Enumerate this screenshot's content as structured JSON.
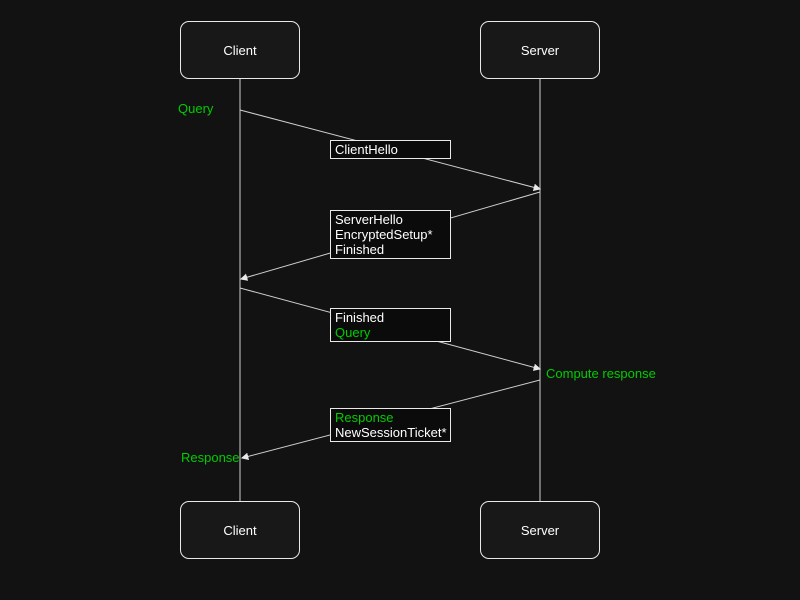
{
  "diagram": {
    "type": "sequence",
    "actors_top": [
      {
        "label": "Client"
      },
      {
        "label": "Server"
      }
    ],
    "actors_bottom": [
      {
        "label": "Client"
      },
      {
        "label": "Server"
      }
    ],
    "messages": [
      {
        "from": "Client",
        "to": "Server",
        "lines": [
          {
            "text": "ClientHello",
            "color": "#ffffff"
          }
        ]
      },
      {
        "from": "Server",
        "to": "Client",
        "lines": [
          {
            "text": "ServerHello",
            "color": "#ffffff"
          },
          {
            "text": "EncryptedSetup*",
            "color": "#ffffff"
          },
          {
            "text": "Finished",
            "color": "#ffffff"
          }
        ]
      },
      {
        "from": "Client",
        "to": "Server",
        "lines": [
          {
            "text": "Finished",
            "color": "#ffffff"
          },
          {
            "text": "Query",
            "color": "#00cc00"
          }
        ]
      },
      {
        "from": "Server",
        "to": "Client",
        "lines": [
          {
            "text": "Response",
            "color": "#00cc00"
          },
          {
            "text": "NewSessionTicket*",
            "color": "#ffffff"
          }
        ]
      }
    ],
    "annotations": [
      {
        "text": "Query",
        "side": "left"
      },
      {
        "text": "Compute response",
        "side": "right"
      },
      {
        "text": "Response",
        "side": "left"
      }
    ],
    "colors": {
      "background": "#121212",
      "accent_green": "#00cc00",
      "line": "#cfcfcf",
      "text": "#ffffff"
    }
  }
}
